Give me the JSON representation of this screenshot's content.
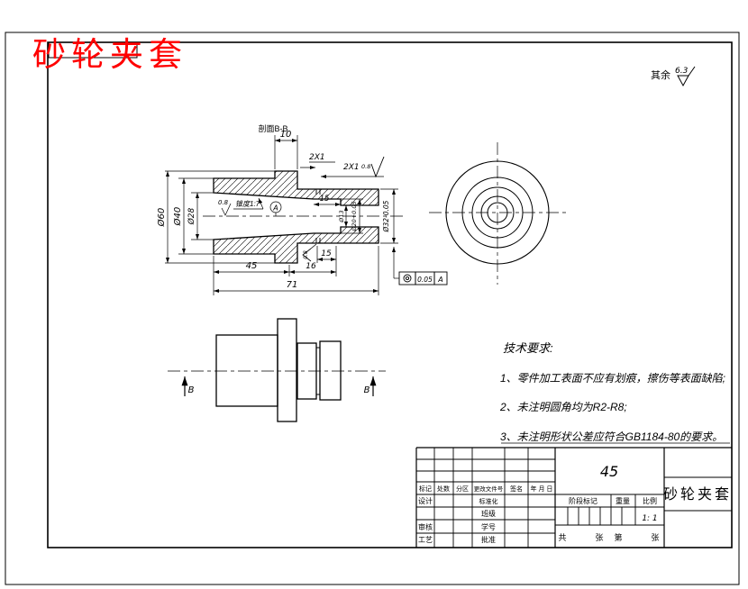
{
  "title": {
    "text": "砂轮夹套"
  },
  "general_roughness": {
    "label": "其余",
    "value": "6.3"
  },
  "section_view": {
    "label": "剖面B-B",
    "dim_10": "10",
    "chamfer_1": "2X1",
    "chamfer_2": "2X1",
    "chamfer_2_roughness": "0.8",
    "taper_roughness": "0.8",
    "taper_label": "锥度1:7",
    "datum_label": "A",
    "dia_60": "Ø60",
    "dia_40": "Ø40",
    "dia_28": "Ø28",
    "dim_15_bore": "15",
    "dia_13": "Ø13",
    "dia_20": "Ø20+0.05",
    "dia_32": "Ø32-0.05",
    "dim_45": "45",
    "dim_16": "16",
    "dim_15": "15",
    "dim_71": "71",
    "step_roughness": "0.8",
    "fcf": {
      "symbol_icon": "concentricity",
      "tolerance": "0.05",
      "datum": "A"
    }
  },
  "side_view": {
    "section_arrow_left": "B",
    "section_arrow_right": "B"
  },
  "tech_req": {
    "heading": "技术要求:",
    "items": [
      "1、零件加工表面不应有划痕，擦伤等表面缺陷;",
      "2、未注明圆角均为R2-R8;",
      "3、未注明形状公差应符合GB1184-80的要求。"
    ]
  },
  "title_block": {
    "material": "45",
    "part_name": "砂轮夹套",
    "revision_header": [
      "标记",
      "处数",
      "分区",
      "更改文件号",
      "签名",
      "年 月 日"
    ],
    "row_labels": [
      [
        "设计",
        "标准化"
      ],
      [
        "",
        "班级"
      ],
      [
        "审核",
        "学号"
      ],
      [
        "工艺",
        "批准"
      ]
    ],
    "stage_header": [
      "阶段标记",
      "重量",
      "比例"
    ],
    "scale_value": "1: 1",
    "sheet_labels": [
      "共",
      "张",
      "第",
      "张"
    ]
  }
}
